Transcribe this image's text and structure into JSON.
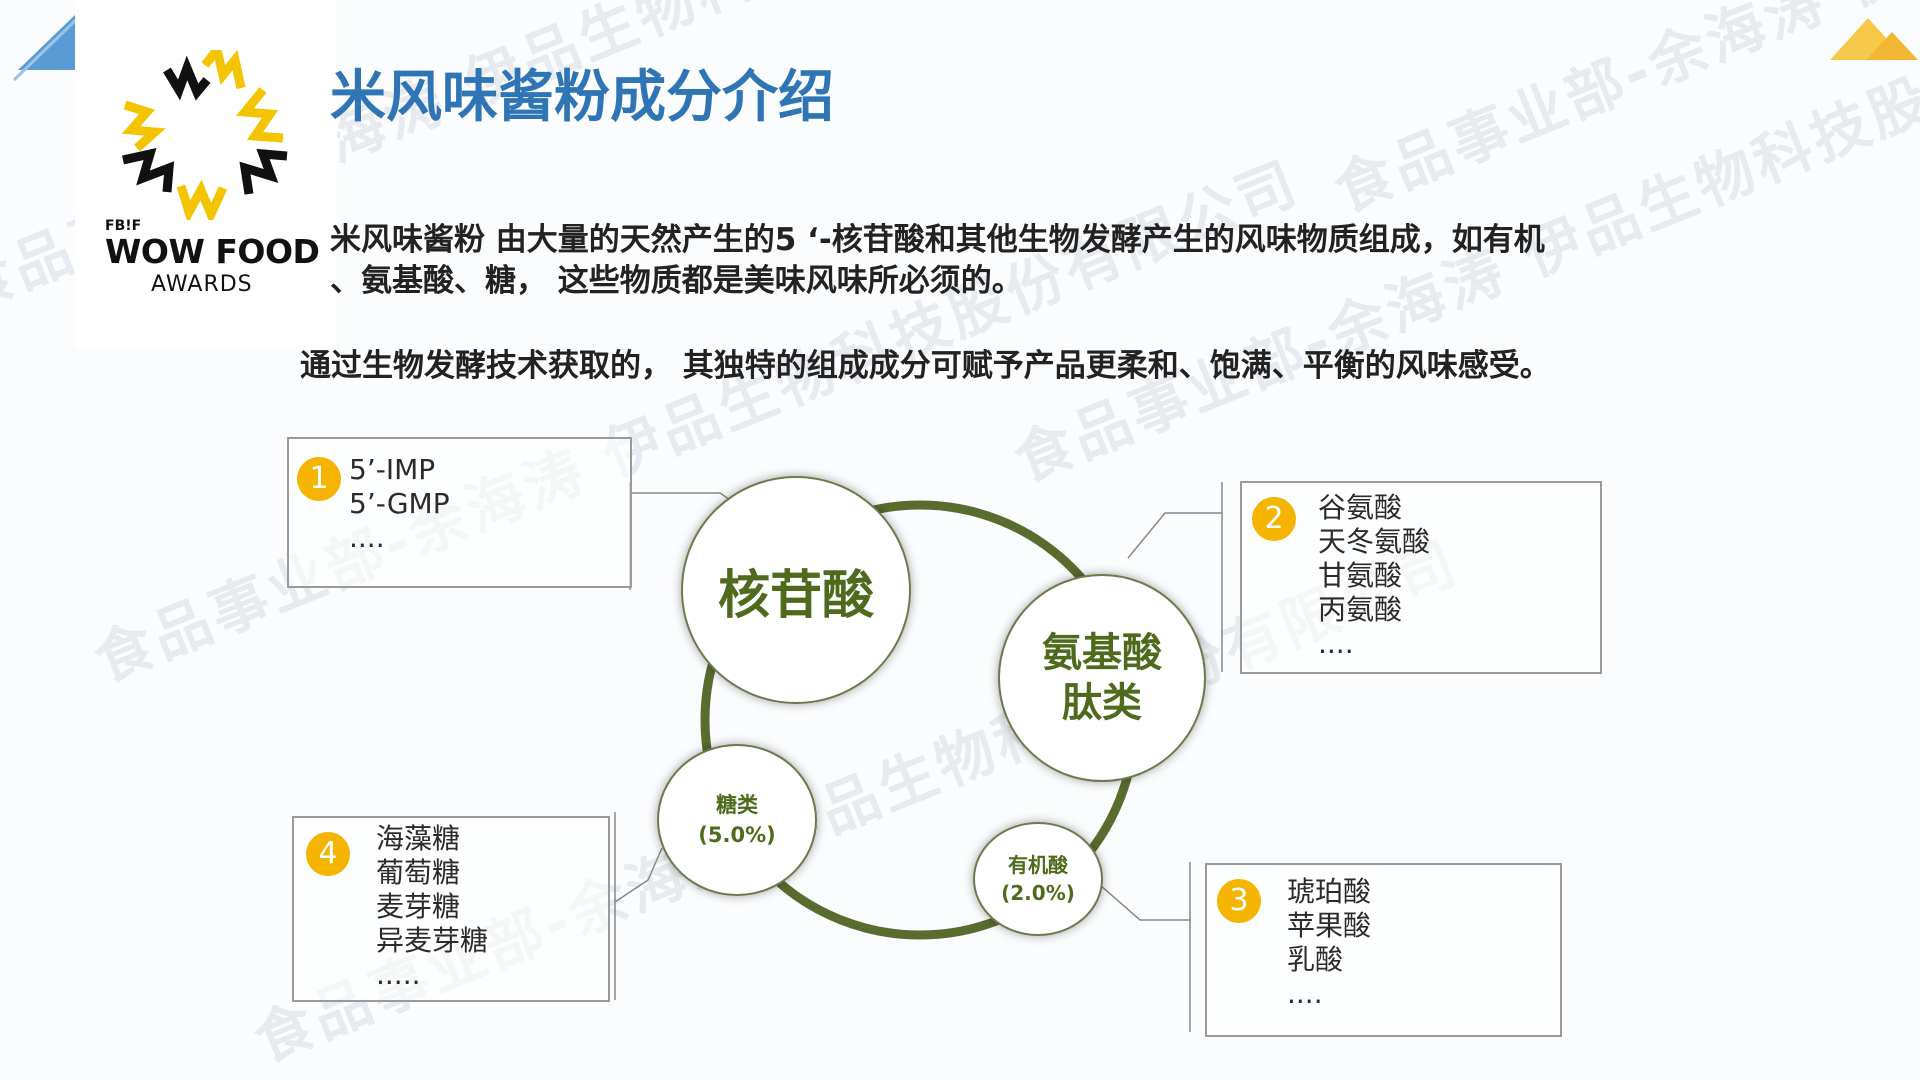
{
  "title": "米风味酱粉成分介绍",
  "intro": {
    "line1": "米风味酱粉 由大量的天然产生的5 ‘-核苷酸和其他生物发酵产生的风味物质组成，如有机",
    "line2": "、氨基酸、糖，  这些物质都是美味风味所必须的。",
    "line3": "通过生物发酵技术获取的， 其独特的组成成分可赋予产品更柔和、饱满、平衡的风味感受。"
  },
  "logo": {
    "brand_small": "FB!F",
    "brand_main": "WOW FOOD",
    "brand_sub": "AWARDS"
  },
  "watermark": "食品事业部-余海涛 伊品生物科技股份有限公司",
  "circles": {
    "nucleotide": "核苷酸",
    "amino_line1": "氨基酸",
    "amino_line2": "肽类",
    "sugar_line1": "糖类",
    "sugar_line2": "(5.0%)",
    "acid_line1": "有机酸",
    "acid_line2": "(2.0%)"
  },
  "boxes": [
    {
      "number": "1",
      "items": [
        "5’-IMP",
        "5’-GMP",
        "...."
      ]
    },
    {
      "number": "2",
      "items": [
        "谷氨酸",
        "天冬氨酸",
        "甘氨酸",
        "丙氨酸",
        "...."
      ]
    },
    {
      "number": "3",
      "items": [
        "琥珀酸",
        "苹果酸",
        "乳酸",
        "...."
      ]
    },
    {
      "number": "4",
      "items": [
        "海藻糖",
        "葡萄糖",
        "麦芽糖",
        "异麦芽糖",
        "....."
      ]
    }
  ],
  "colors": {
    "title": "#2f75b5",
    "accent_yellow": "#f5b400",
    "ring": "#5a6b2e",
    "circle_text": "#4f6a1c"
  }
}
